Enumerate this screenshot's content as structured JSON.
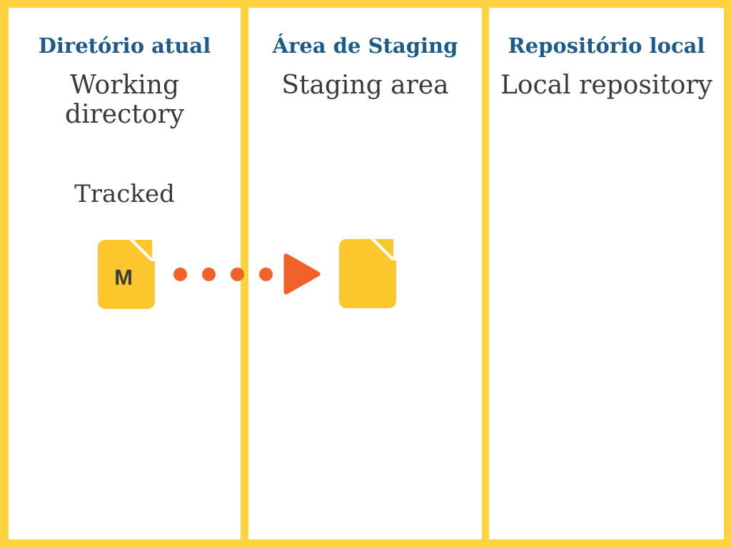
{
  "diagram_title": "Git staging flow (tracked modified file moving from working directory to staging area)",
  "colors": {
    "frame_yellow": "#FFD23F",
    "panel_white": "#FFFFFF",
    "heading_blue": "#1E5B8A",
    "text_dark": "#3A3A3A",
    "file_icon_yellow": "#FBC72D",
    "flow_orange": "#F0622A"
  },
  "columns": [
    {
      "title_pt": "Diretório atual",
      "title_en": "Working directory"
    },
    {
      "title_pt": "Área de Staging",
      "title_en": "Staging area"
    },
    {
      "title_pt": "Repositório local",
      "title_en": "Local repository"
    }
  ],
  "labels": {
    "tracked": "Tracked"
  },
  "file_badges": {
    "modified": "M"
  },
  "icons": [
    {
      "name": "modified-file-icon",
      "shape": "document with folded corner",
      "badge": "M"
    },
    {
      "name": "staged-file-icon",
      "shape": "document with folded corner",
      "badge": ""
    },
    {
      "name": "flow-arrowhead-icon",
      "shape": "right-pointing triangle"
    },
    {
      "name": "dotted-flow-line",
      "shape": "four orange dots"
    }
  ]
}
